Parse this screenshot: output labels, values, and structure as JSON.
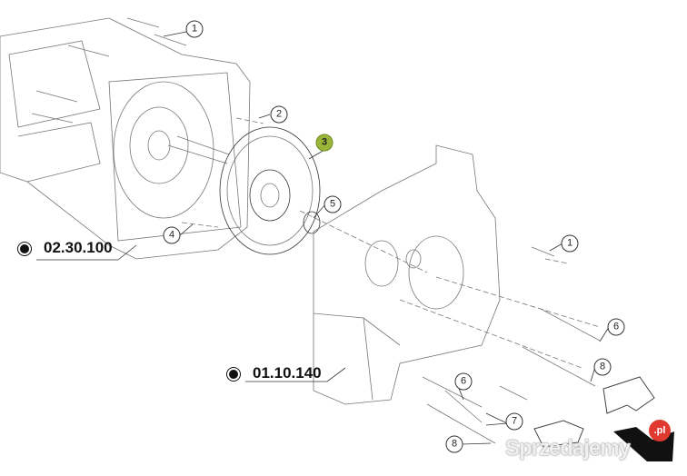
{
  "callouts": [
    {
      "label": "1",
      "highlighted": false
    },
    {
      "label": "2",
      "highlighted": false
    },
    {
      "label": "3",
      "highlighted": true
    },
    {
      "label": "4",
      "highlighted": false
    },
    {
      "label": "5",
      "highlighted": false
    },
    {
      "label": "1",
      "highlighted": false
    },
    {
      "label": "6",
      "highlighted": false
    },
    {
      "label": "8",
      "highlighted": false
    },
    {
      "label": "6",
      "highlighted": false
    },
    {
      "label": "7",
      "highlighted": false
    },
    {
      "label": "8",
      "highlighted": false
    }
  ],
  "references": {
    "left": "02.30.100",
    "right": "01.10.140"
  },
  "watermark": {
    "text": "Sprzedajemy",
    "badge": ".pl",
    "badge_color": "#e0392f"
  },
  "colors": {
    "highlight": "#9bb53a",
    "line": "#555555"
  }
}
